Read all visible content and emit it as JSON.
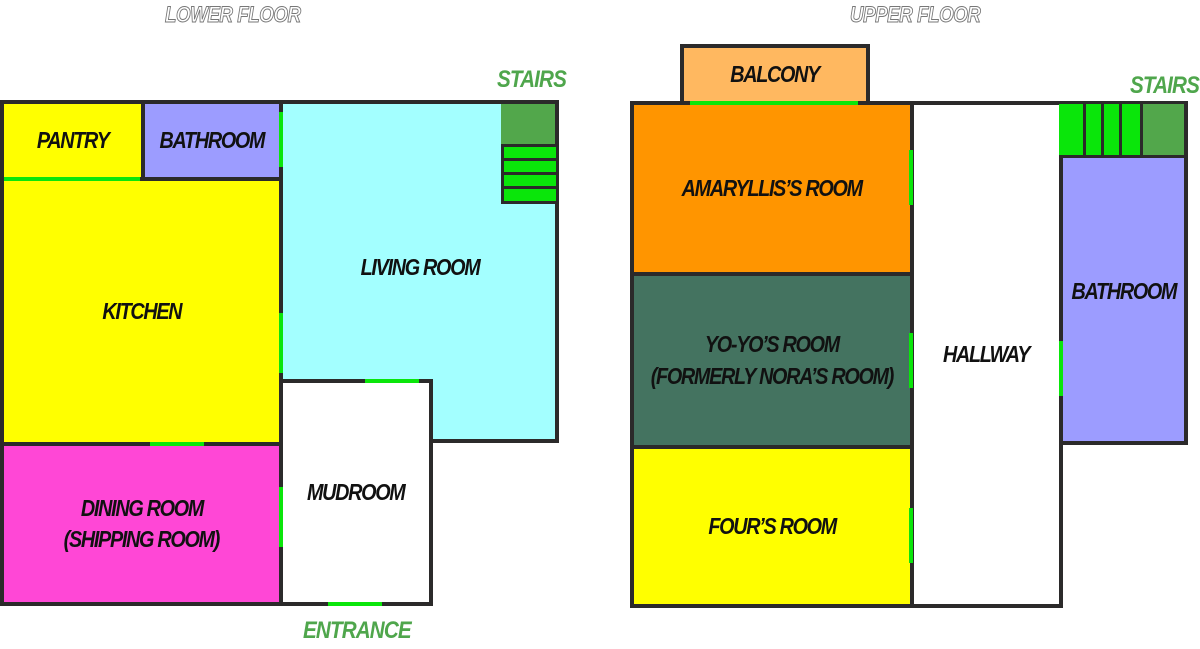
{
  "lower_floor": {
    "title": "LOWER FLOOR",
    "stairs_label": "STAIRS",
    "entrance_label": "ENTRANCE",
    "rooms": {
      "pantry": {
        "label": "PANTRY",
        "color": "#ffff00"
      },
      "bathroom": {
        "label": "BATHROOM",
        "color": "#9c9cff"
      },
      "kitchen": {
        "label": "KITCHEN",
        "color": "#ffff00"
      },
      "living_room": {
        "label": "LIVING ROOM",
        "color": "#a3ffff"
      },
      "dining_room": {
        "label_line1": "DINING ROOM",
        "label_line2": "(SHIPPING ROOM)",
        "color": "#ff47d6"
      },
      "mudroom": {
        "label": "MUDROOM",
        "color": "#ffffff"
      }
    }
  },
  "upper_floor": {
    "title": "UPPER FLOOR",
    "stairs_label": "STAIRS",
    "rooms": {
      "balcony": {
        "label": "BALCONY",
        "color": "#ffb860"
      },
      "amaryllis_room": {
        "label": "AMARYLLIS’S ROOM",
        "color": "#ff9500"
      },
      "yoyo_room": {
        "label_line1": "YO-YO’S ROOM",
        "label_line2": "(FORMERLY NORA’S ROOM)",
        "color": "#447360"
      },
      "four_room": {
        "label": "FOUR’S ROOM",
        "color": "#ffff00"
      },
      "hallway": {
        "label": "HALLWAY",
        "color": "#ffffff"
      },
      "bathroom": {
        "label": "BATHROOM",
        "color": "#9c9cff"
      }
    }
  },
  "colors": {
    "wall": "#2b2a2a",
    "door": "#0ae60a",
    "stairs_step": "#0ae60a",
    "stairs_landing": "#52a74b",
    "annotation_green": "#4fa64c"
  }
}
